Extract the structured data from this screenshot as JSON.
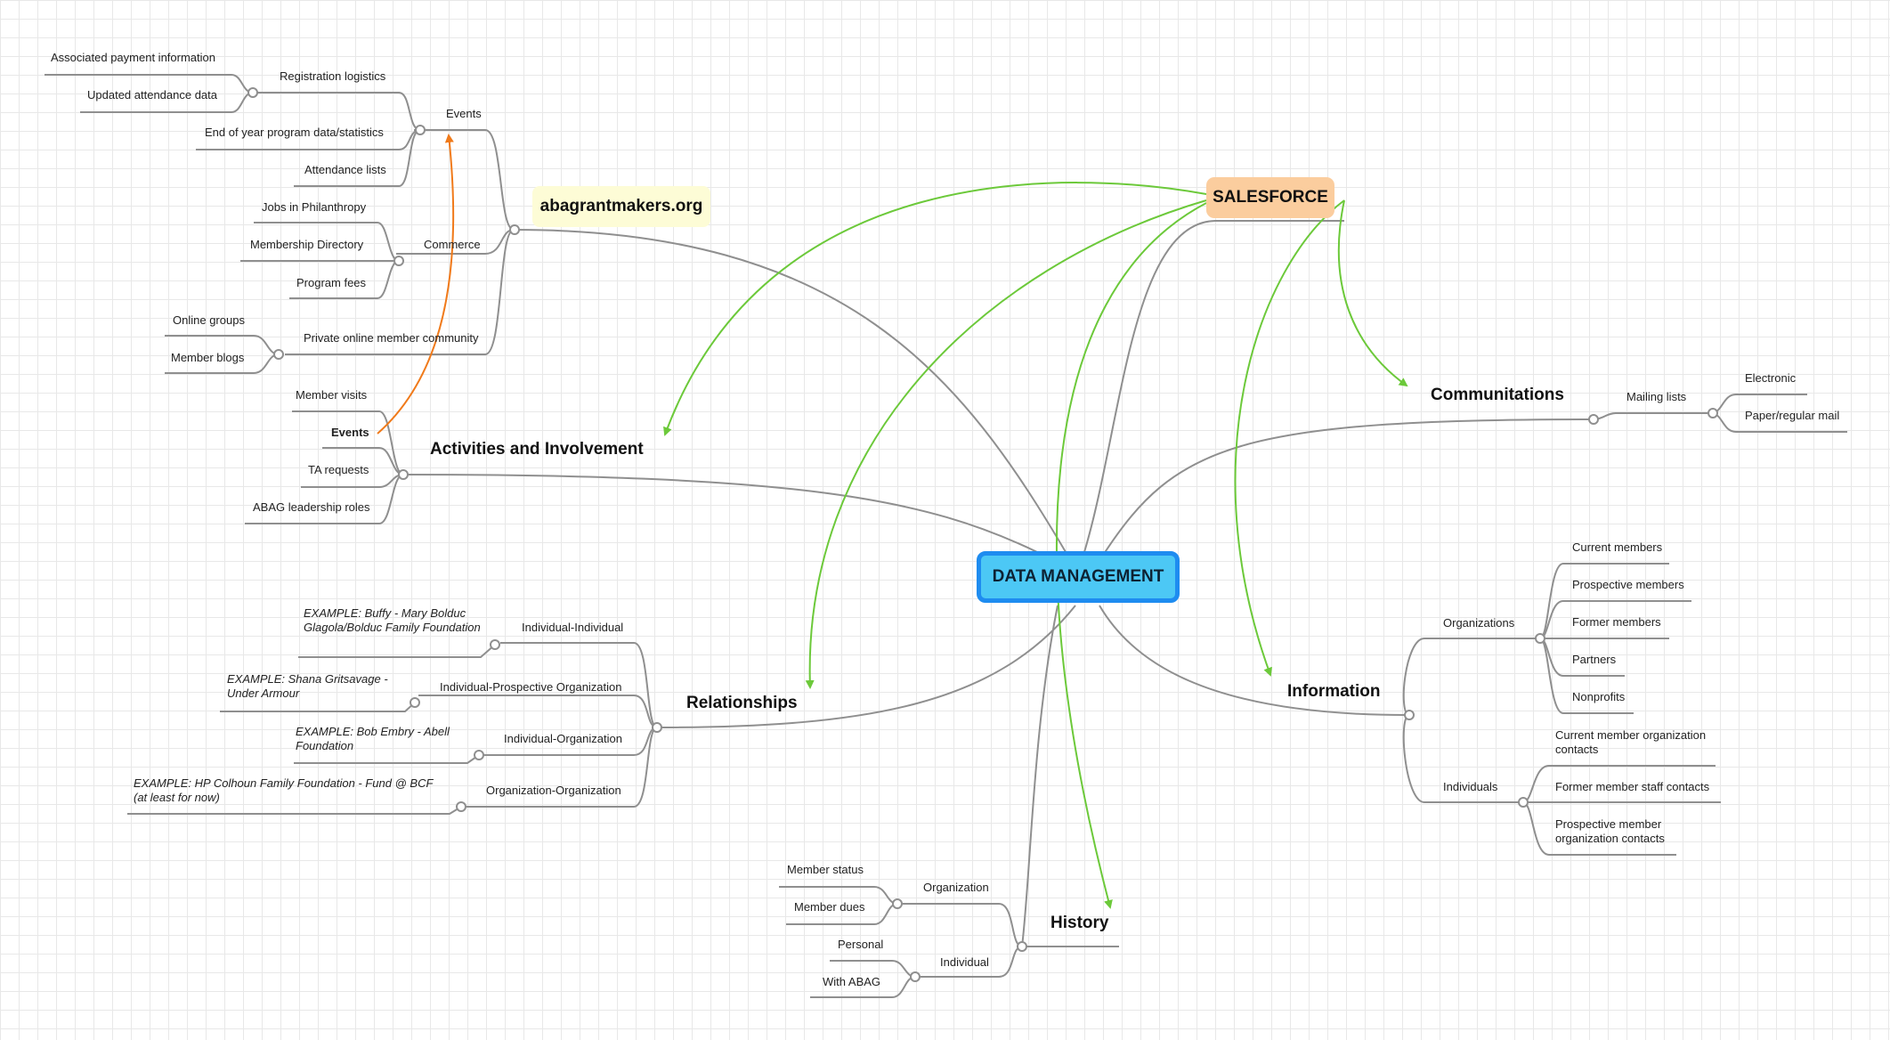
{
  "center": "DATA MANAGEMENT",
  "salesforce": "SALESFORCE",
  "topics": {
    "website": "abagrantmakers.org",
    "activities": "Activities and Involvement",
    "relationships": "Relationships",
    "history": "History",
    "information": "Information",
    "communications": "Communitations"
  },
  "website": {
    "events": "Events",
    "registration": "Registration logistics",
    "payment": "Associated payment information",
    "attendance_data": "Updated attendance data",
    "end_of_year": "End of year program data/statistics",
    "attendance_lists": "Attendance lists",
    "commerce": "Commerce",
    "jobs": "Jobs in Philanthropy",
    "directory": "Membership Directory",
    "program_fees": "Program fees",
    "community": "Private online member community",
    "online_groups": "Online groups",
    "member_blogs": "Member blogs"
  },
  "activities": {
    "visits": "Member visits",
    "events": "Events",
    "ta": "TA requests",
    "leadership": "ABAG leadership roles"
  },
  "relationships": {
    "ii": "Individual-Individual",
    "ii_ex": "EXAMPLE: Buffy - Mary Bolduc Glagola/Bolduc Family Foundation",
    "ipo": "Individual-Prospective Organization",
    "ipo_ex": "EXAMPLE: Shana Gritsavage - Under Armour",
    "io": "Individual-Organization",
    "io_ex": "EXAMPLE: Bob Embry - Abell Foundation",
    "oo": "Organization-Organization",
    "oo_ex": "EXAMPLE: HP Colhoun Family Foundation - Fund @ BCF (at least for now)"
  },
  "history": {
    "organization": "Organization",
    "status": "Member status",
    "dues": "Member dues",
    "individual": "Individual",
    "personal": "Personal",
    "with_abag": "With ABAG"
  },
  "information": {
    "organizations": "Organizations",
    "current": "Current members",
    "prospective": "Prospective members",
    "former": "Former members",
    "partners": "Partners",
    "nonprofits": "Nonprofits",
    "individuals": "Individuals",
    "current_contacts": "Current member organization contacts",
    "former_contacts": "Former member staff contacts",
    "prospective_contacts": "Prospective member organization contacts"
  },
  "communications": {
    "mailing": "Mailing lists",
    "electronic": "Electronic",
    "paper": "Paper/regular mail"
  },
  "colors": {
    "line": "#8f8f8f",
    "green_arrow": "#6cc93a",
    "orange_arrow": "#f07a1a",
    "center_fill": "#4cc8f5",
    "center_border": "#1e8cf0",
    "salesforce_fill": "#fbcd9e",
    "website_fill": "#fdfcd6"
  }
}
